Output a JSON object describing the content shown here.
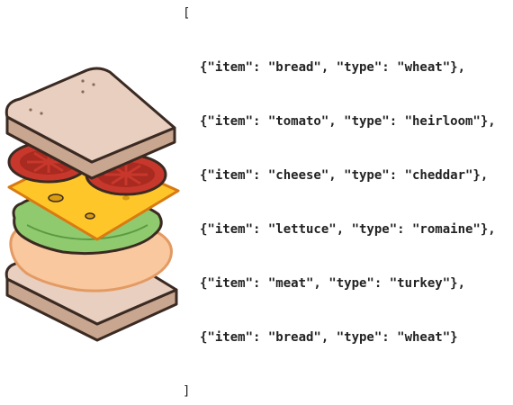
{
  "brackets": {
    "open": "[",
    "close": "]"
  },
  "lines": [
    "{\"item\": \"bread\", \"type\": \"wheat\"},",
    "{\"item\": \"tomato\", \"type\": \"heirloom\"},",
    "{\"item\": \"cheese\", \"type\": \"cheddar\"},",
    "{\"item\": \"lettuce\", \"type\": \"romaine\"},",
    "{\"item\": \"meat\", \"type\": \"turkey\"},",
    "{\"item\": \"bread\", \"type\": \"wheat\"}"
  ],
  "colors": {
    "bread_top": "#E8CFC0",
    "bread_side": "#C9A690",
    "bread_crust": "#8A6A56",
    "tomato": "#C8372B",
    "tomato_seed": "#8E1F18",
    "cheese": "#FFC629",
    "cheese_hole": "#D99B12",
    "lettuce": "#8FCB6E",
    "lettuce_dark": "#5E9A44",
    "meat": "#F9C89E",
    "meat_edge": "#E39A63",
    "outline": "#3A2A22"
  },
  "icons": [
    "sandwich-illustration"
  ]
}
